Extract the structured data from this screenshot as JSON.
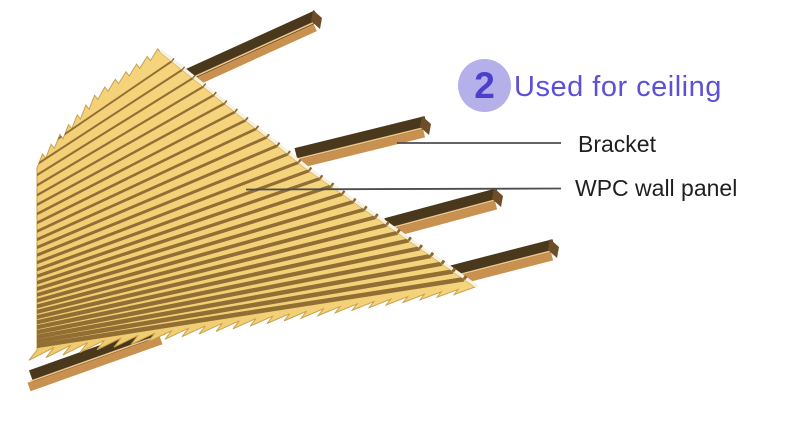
{
  "badge": {
    "number": "2",
    "bg_color": "#b5b0e9",
    "number_color": "#4a40ca"
  },
  "title": {
    "text": "Used for ceiling",
    "color": "#5b50d6"
  },
  "labels": {
    "bracket": {
      "text": "Bracket"
    },
    "wpc_panel": {
      "text": "WPC wall panel"
    },
    "text_color": "#1f1f1f",
    "leader_line_color": "#4d4d4d"
  },
  "scene": {
    "background": "#ffffff",
    "panel": {
      "name": "wpc-ceiling-panel",
      "face_light": "#f8da85",
      "face_dark": "#efca6e",
      "groove": "#8b682f",
      "edge_rim": "#f7f1df",
      "outline": "#c9a24f"
    },
    "bracket": {
      "name": "wood-bracket",
      "top_face": "#4a381d",
      "side_face": "#c9914f",
      "end_cap": "#6e4e28",
      "highlight": "#eec489"
    }
  }
}
